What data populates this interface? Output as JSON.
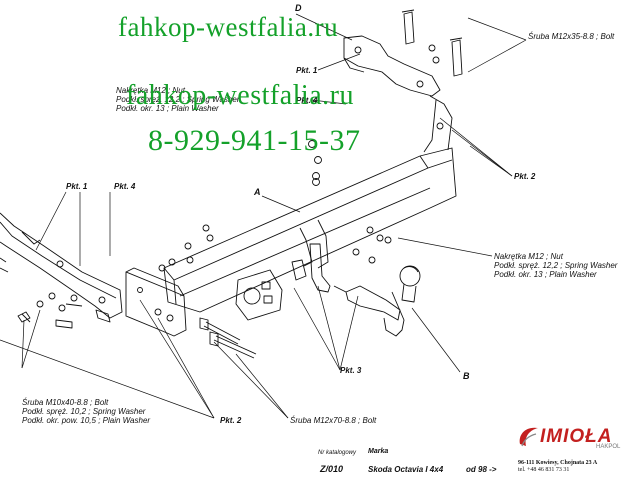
{
  "watermark": {
    "site_line1": "fahkop-westfalia.ru",
    "site_line2": "fahkop-westfalia.ru",
    "phone": "8-929-941-15-37"
  },
  "labels": {
    "letter_d": "D",
    "letter_a": "A",
    "letter_b": "B",
    "pkt1_top": "Pkt. 1",
    "pkt4_top": "Pkt. 4",
    "pkt2_top": "Pkt. 2",
    "pkt1_left": "Pkt. 1",
    "pkt4_left": "Pkt. 4",
    "pkt3": "Pkt. 3",
    "pkt2_bottom": "Pkt. 2"
  },
  "callouts": {
    "bolt_top_right": "Śruba  M12x35-8.8 ;  Bolt",
    "nut_left": [
      "Nakrętka  M12 ; Nut",
      "Podkł. spręż. 12,2 ; Spring Washer",
      "Podkł. okr. 13 ; Plain Washer"
    ],
    "nut_right": [
      "Nakrętka  M12 ; Nut",
      "Podkł. spręż. 12,2 ; Spring Washer",
      "Podkł. okr. 13 ; Plain Washer"
    ],
    "bolt_bottom_left": [
      "Śruba  M10x40-8.8 ;  Bolt",
      "Podkł. spręż. 10,2 ; Spring Washer",
      "Podkł. okr. pow. 10,5 ; Plain Washer"
    ],
    "bolt_bottom_mid": "Śruba  M12x70-8.8 ;  Bolt"
  },
  "footer": {
    "catalog_label": "Nr katalogowy",
    "catalog_number": "Z/010",
    "make_label": "Marka",
    "model": "Skoda Octavia I  4x4",
    "year": "od  98 ->"
  },
  "brand": {
    "logo_text": "IMIOŁA",
    "logo_sub": "HAKPOL",
    "address": "96-111 Kowiesy, Chojnata 23 A",
    "phone": "tel. +48 46 831 73 31",
    "logo_color": "#c3201f",
    "watermark_color": "#14a12a"
  }
}
